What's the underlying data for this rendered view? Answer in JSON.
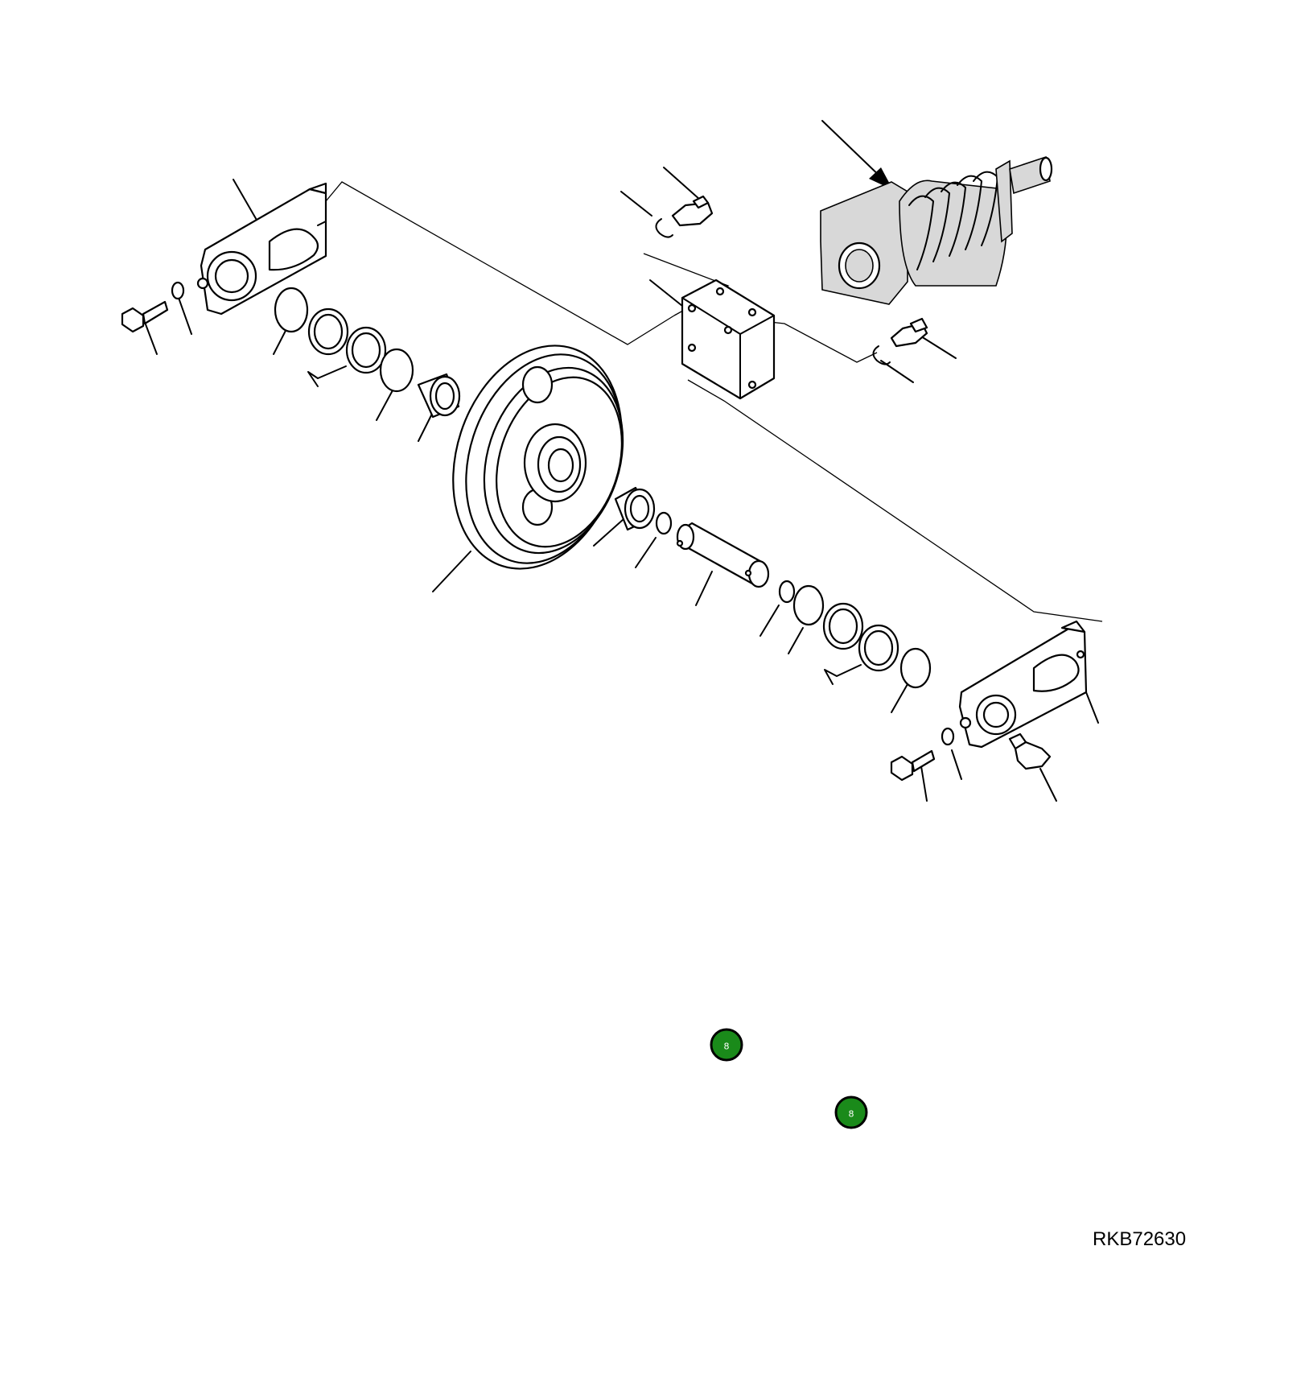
{
  "drawing": {
    "code": "RKB72630"
  },
  "hotspots": [
    {
      "label": "8"
    },
    {
      "label": "8"
    }
  ],
  "colors": {
    "hotspot_fill": "#1a8a1a",
    "line": "#000000",
    "background": "#ffffff"
  }
}
